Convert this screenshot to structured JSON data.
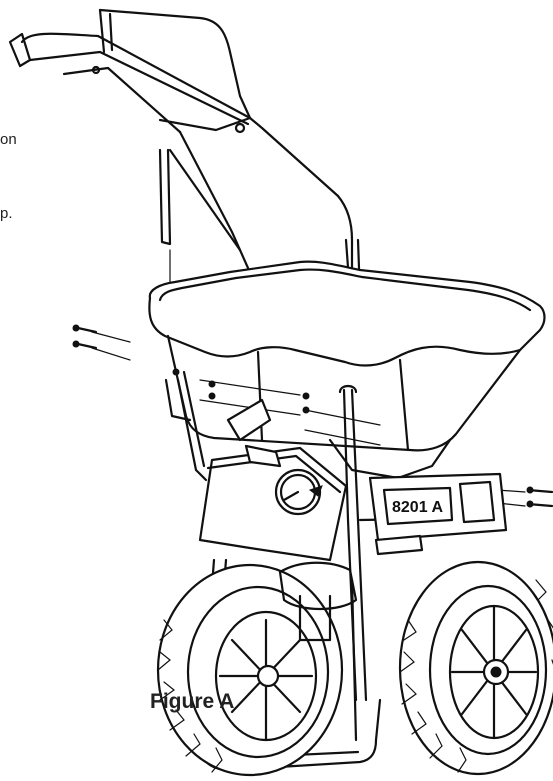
{
  "left_text_fragments": [
    "on",
    "p."
  ],
  "figure_label": "Figure A",
  "decal": {
    "model_text": "8201 A"
  },
  "stroke_color": "#111111",
  "background_color": "#ffffff"
}
